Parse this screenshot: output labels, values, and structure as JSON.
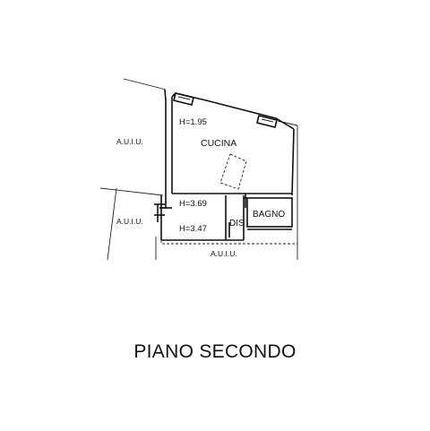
{
  "plan": {
    "title": "PIANO SECONDO",
    "rooms": {
      "kitchen": "CUCINA",
      "bathroom": "BAGNO",
      "hall": "DIS"
    },
    "heights": {
      "kitchen_h": "H=1.95",
      "mid_h": "H=3.69",
      "low_h": "H=3.47"
    },
    "neighbours": {
      "left_upper": "A.U.I.U.",
      "left_lower": "A.U.I.U.",
      "bottom": "A.U.I.U."
    }
  }
}
